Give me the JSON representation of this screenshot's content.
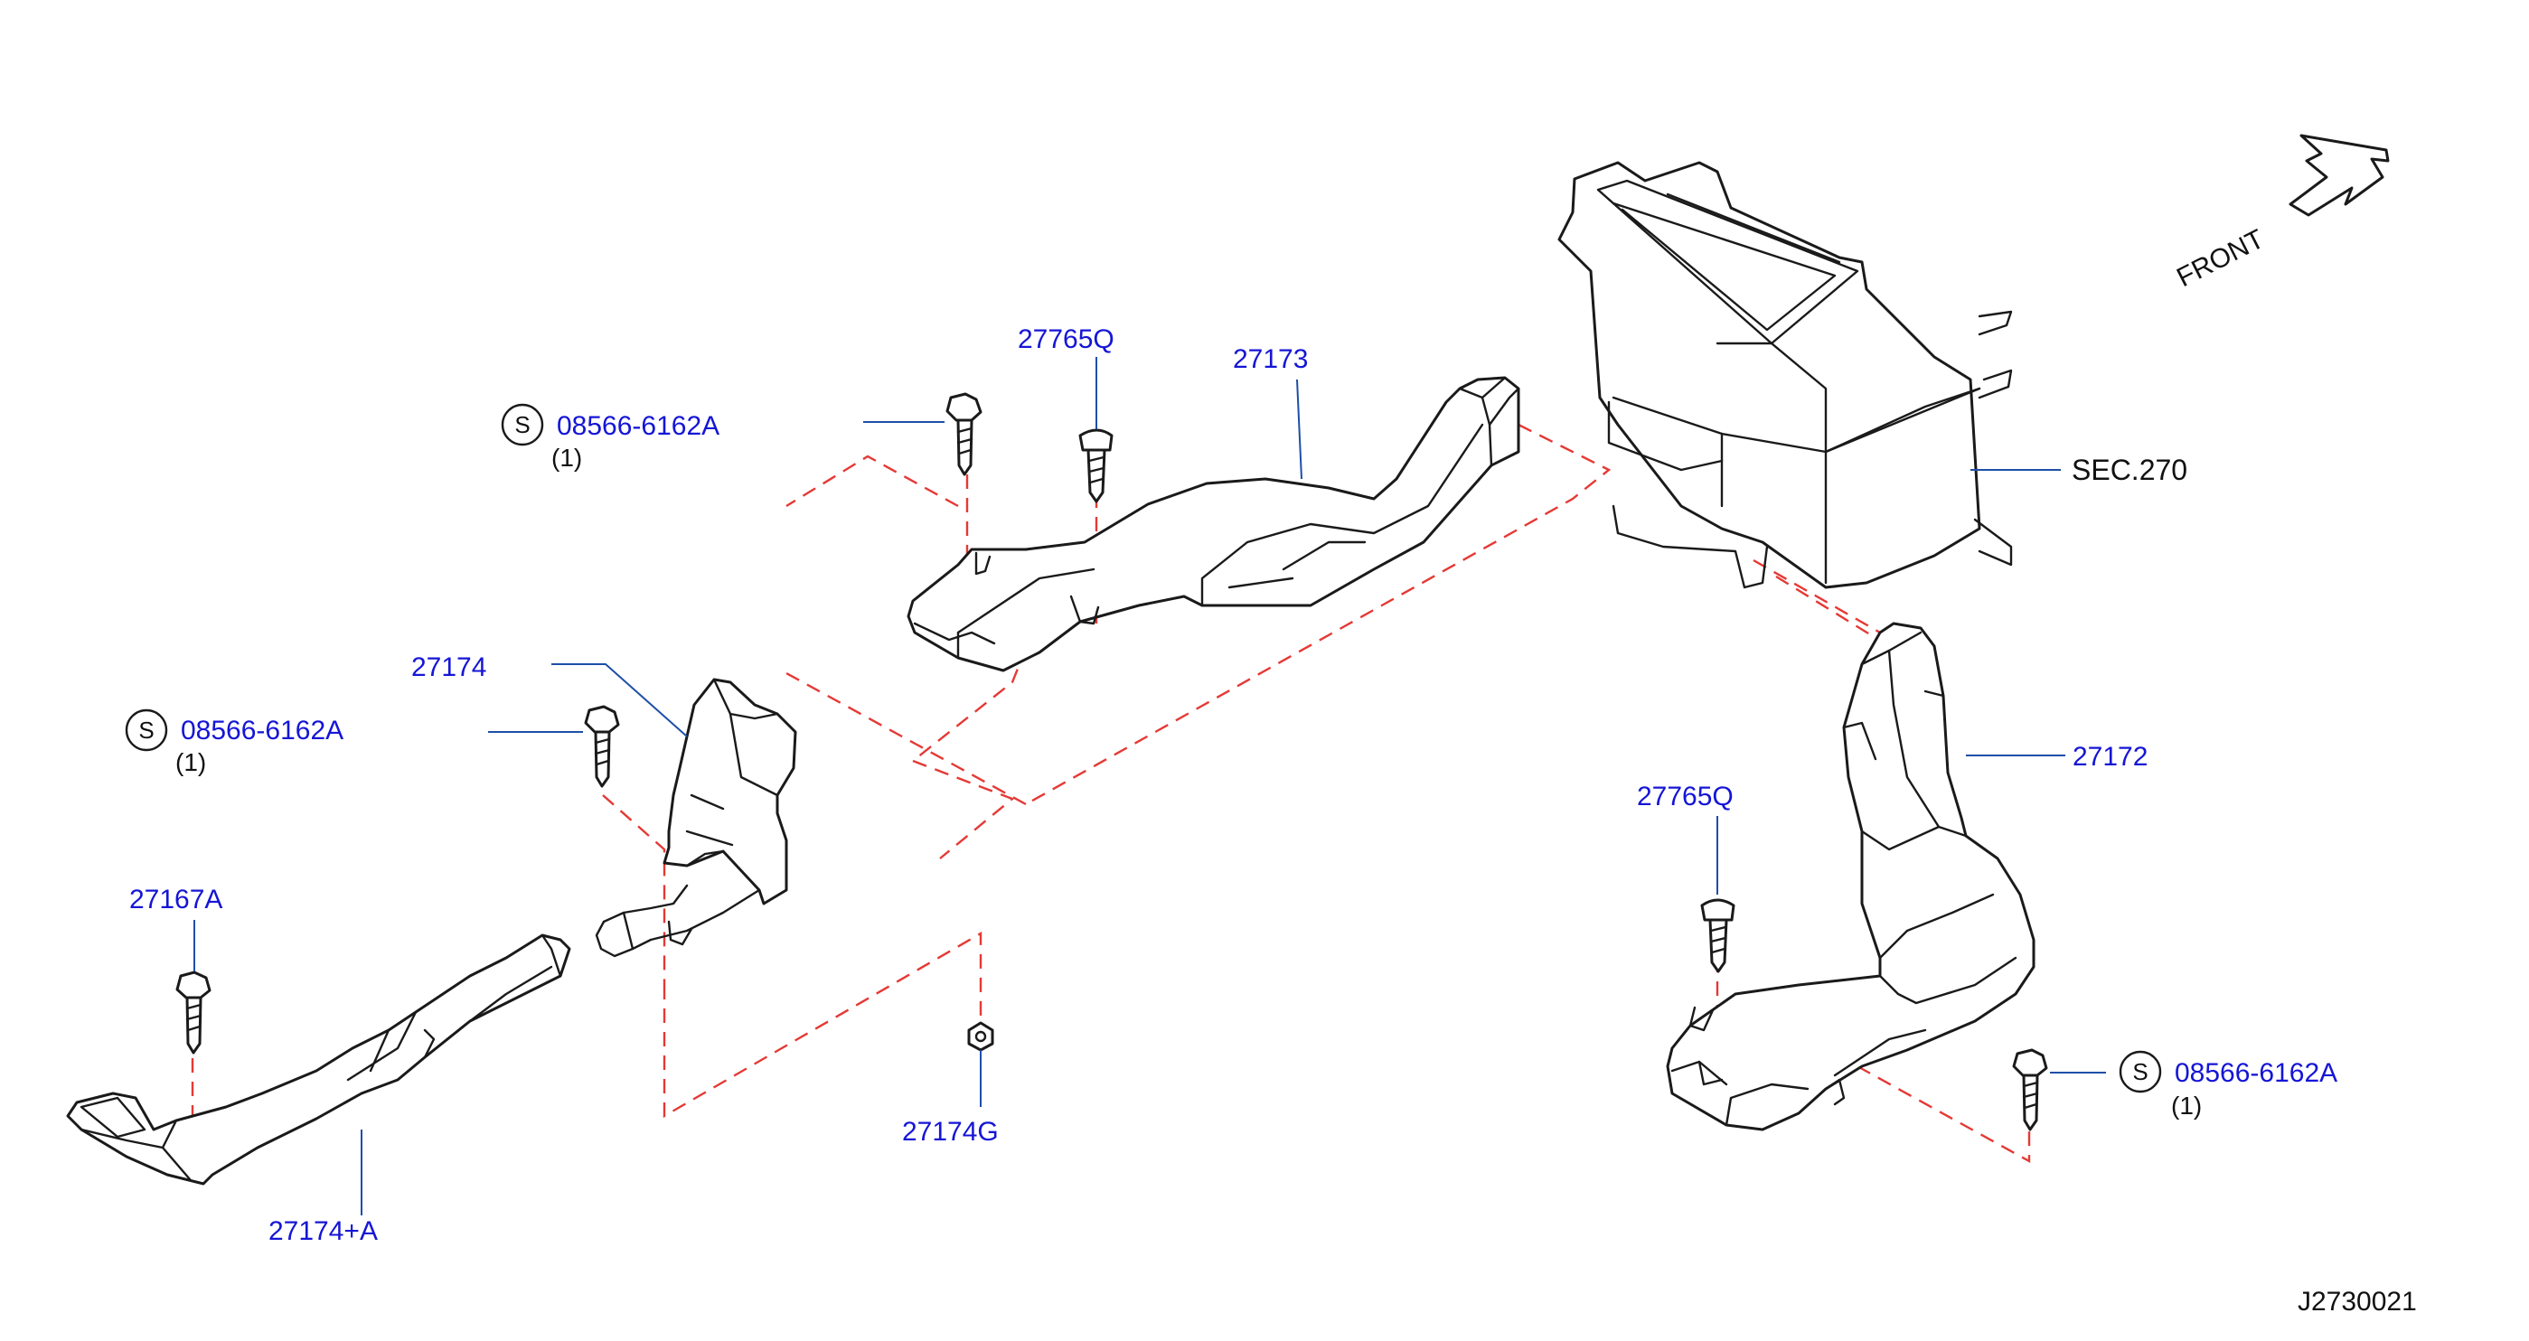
{
  "colors": {
    "callout": "#1515d6",
    "text": "#111111",
    "leader": "#1d4fa8",
    "dashed_connector": "#e53935",
    "line_art": "#1a1a1a"
  },
  "front_indicator": {
    "label": "FRONT",
    "icon": "front-arrow-icon"
  },
  "section_ref": {
    "label": "SEC.270"
  },
  "diagram_id": "J2730021",
  "symbol_s": "S",
  "callouts": [
    {
      "part": "08566-6162A",
      "qty": "(1)"
    },
    {
      "part": "27765Q"
    },
    {
      "part": "27173"
    },
    {
      "part": "27174"
    },
    {
      "part": "08566-6162A",
      "qty": "(1)"
    },
    {
      "part": "27167A"
    },
    {
      "part": "27174G"
    },
    {
      "part": "27174+A"
    },
    {
      "part": "27172"
    },
    {
      "part": "27765Q"
    },
    {
      "part": "08566-6162A",
      "qty": "(1)"
    }
  ]
}
